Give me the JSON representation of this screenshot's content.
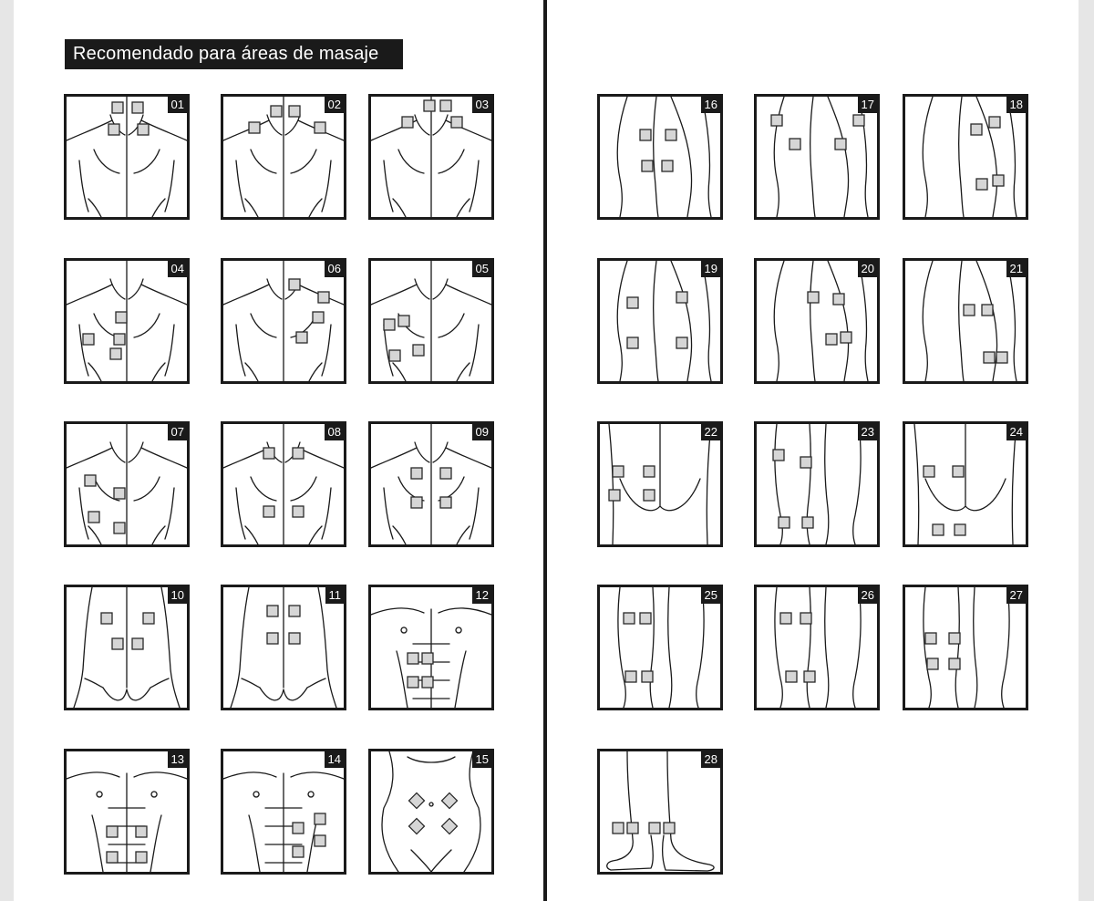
{
  "title": "Recomendado para áreas de masaje",
  "colors": {
    "ink": "#1a1a1a",
    "pad_fill": "#d6d6d6",
    "page": "#ffffff",
    "margin": "#e6e6e6"
  },
  "left_tiles": [
    "01",
    "02",
    "03",
    "04",
    "06",
    "05",
    "07",
    "08",
    "09",
    "10",
    "11",
    "12",
    "13",
    "14",
    "15"
  ],
  "right_tiles": [
    "16",
    "17",
    "18",
    "19",
    "20",
    "21",
    "22",
    "23",
    "24",
    "25",
    "26",
    "27",
    "28"
  ]
}
